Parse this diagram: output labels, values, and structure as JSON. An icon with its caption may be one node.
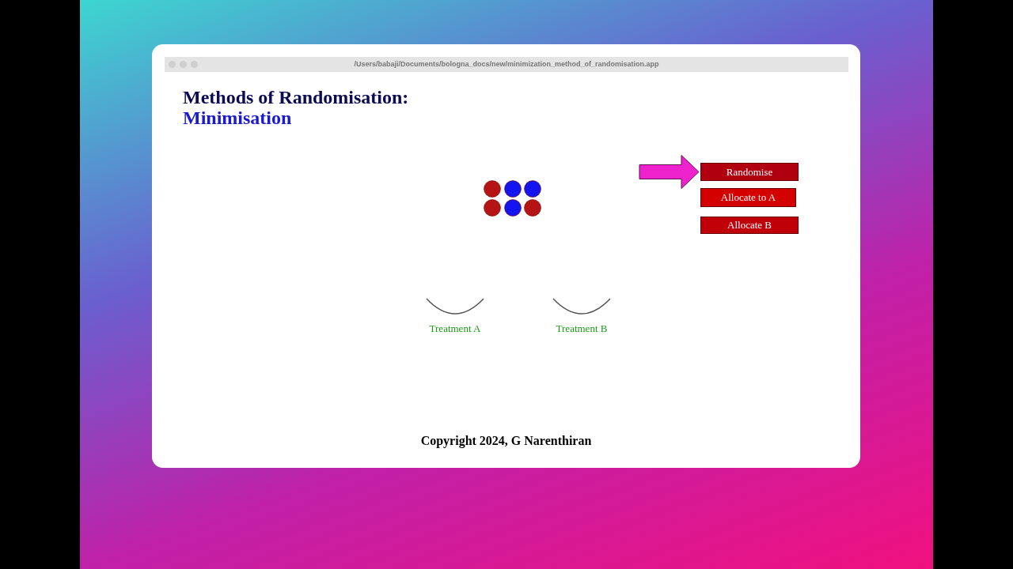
{
  "diagram": {
    "title": "Methods of Randomisation:",
    "nodes": [
      {
        "text": [],
        "shape": "circle"
      },
      {
        "text": [],
        "shape": "circle"
      },
      {
        "text": [],
        "shape": "circle"
      },
      {
        "text": [],
        "shape": "circle"
      },
      {
        "text": [],
        "shape": "circle"
      },
      {
        "text": [],
        "shape": "circle"
      },
      {
        "text": [
          "Randomise"
        ]
      },
      {
        "text": [
          "Allocate to A"
        ]
      },
      {
        "text": [
          "Allocate B"
        ]
      },
      {
        "text": [
          "Treatment A"
        ]
      },
      {
        "text": [
          "Treatment B"
        ]
      }
    ],
    "edges": [
      {
        "from": null,
        "to": 6,
        "arrow": "to",
        "style": "thick",
        "color": "#ee22cc"
      }
    ],
    "labels": [
      "/Users/babaji/Documents/bologna_docs/new/minimization_method_of_randomisation.app",
      "Minimisation",
      "Copyright 2024, G Narenthiran"
    ]
  }
}
